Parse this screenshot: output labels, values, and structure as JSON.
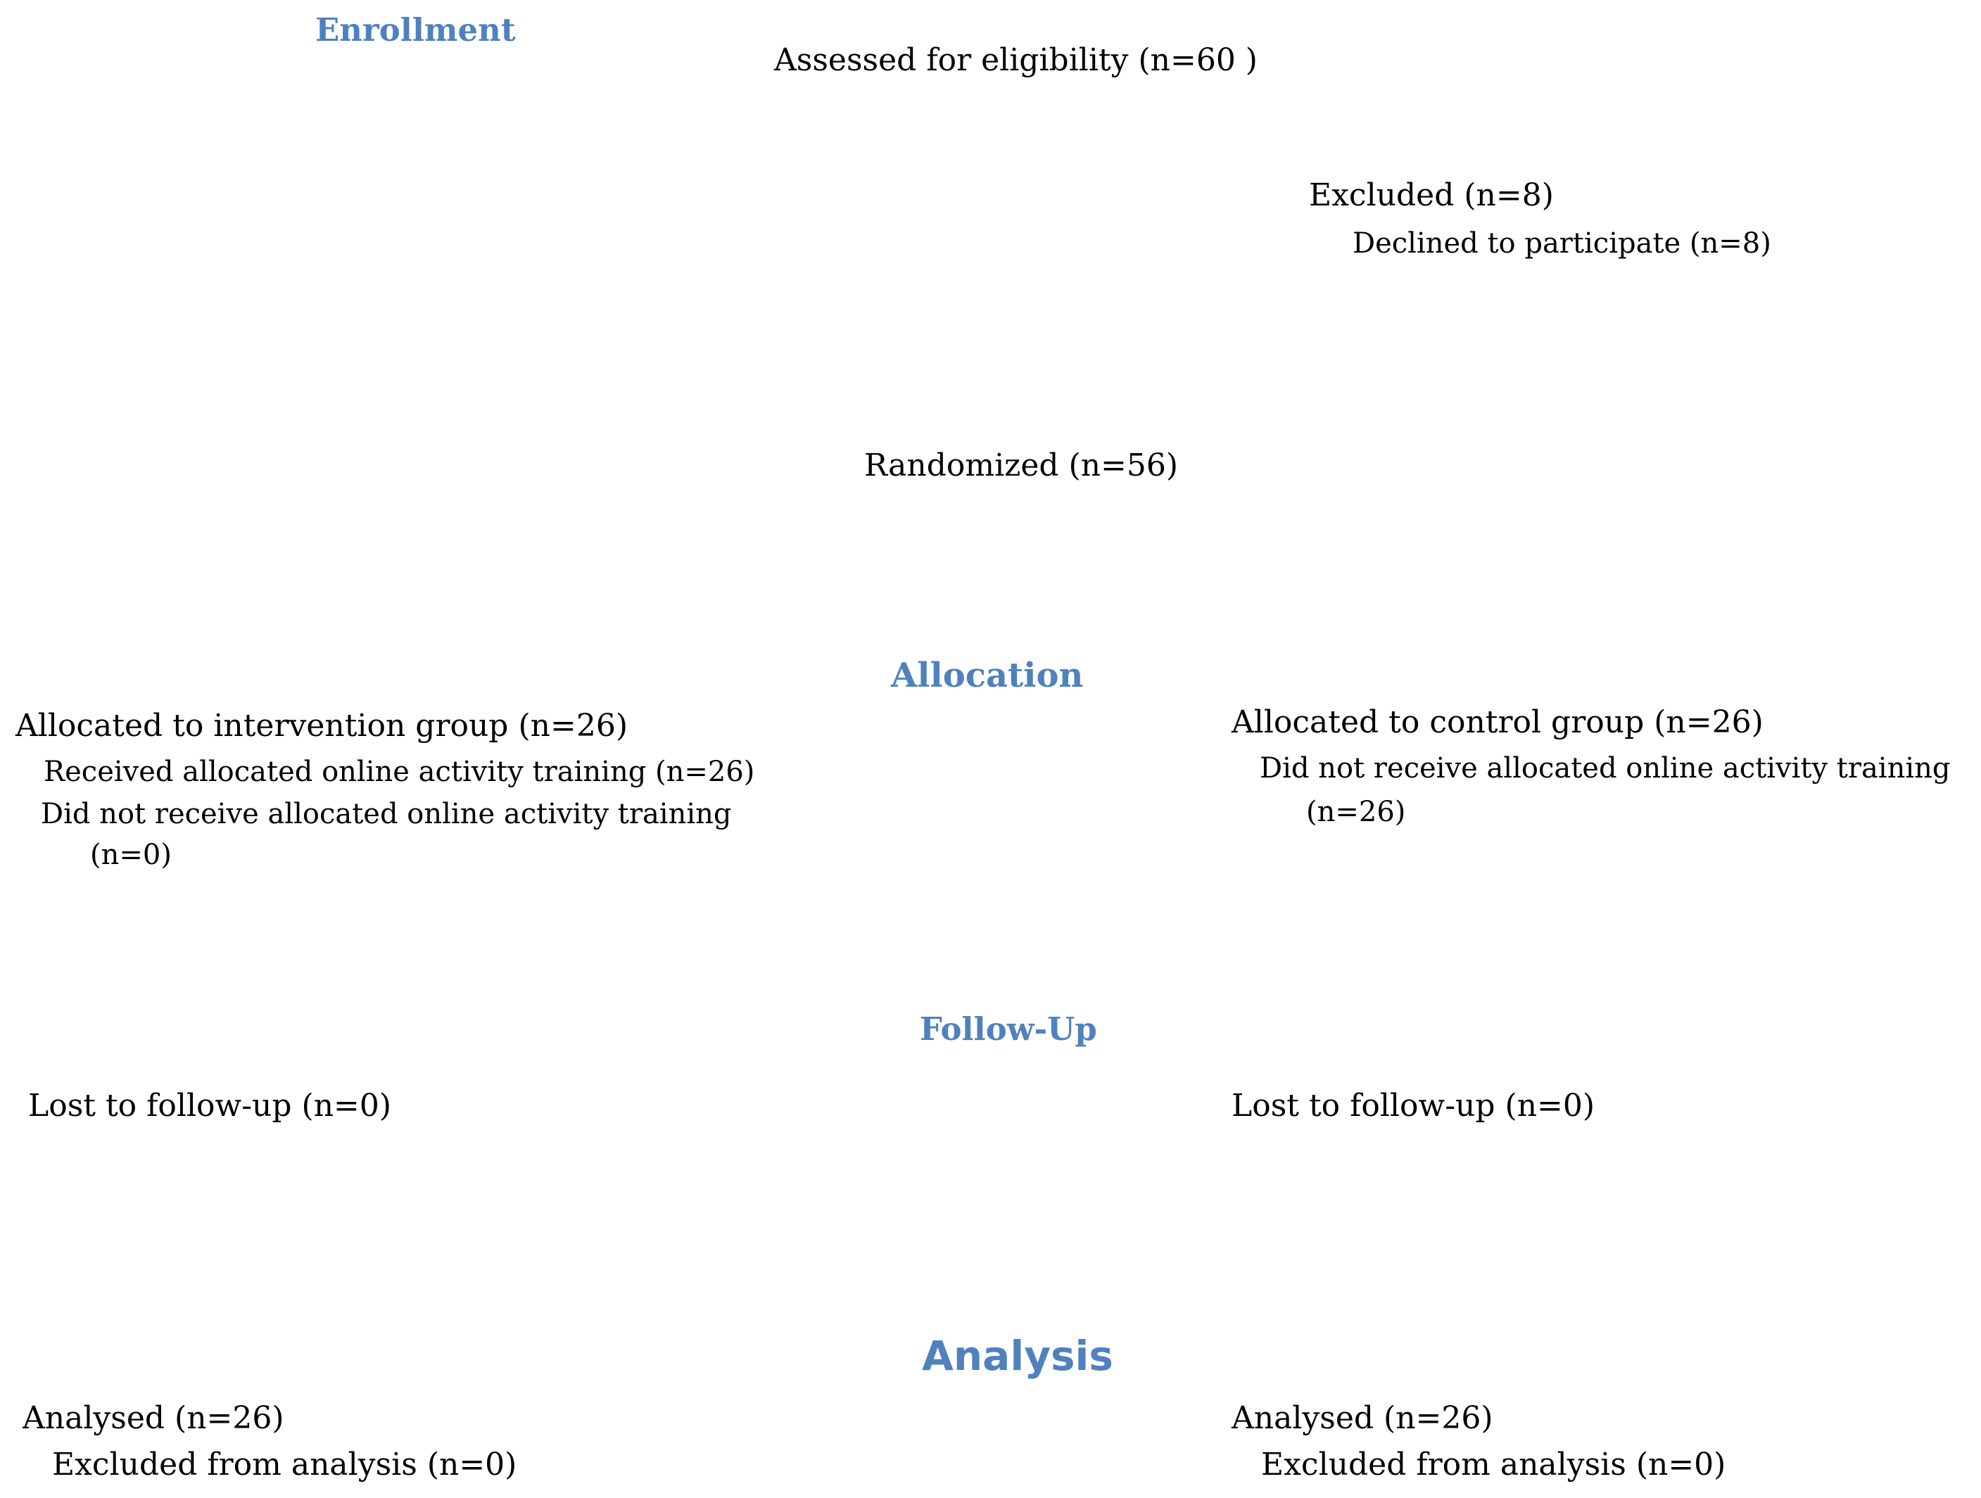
{
  "stages": {
    "enrollment": "Enrollment",
    "allocation": "Allocation",
    "follow_up": "Follow-Up",
    "analysis": "Analysis"
  },
  "enrollment": {
    "assessed": "Assessed for eligibility (n=60 )",
    "excluded": "Excluded  (n=8)",
    "declined": "Declined to participate (n=8)",
    "randomized": "Randomized (n=56)"
  },
  "intervention": {
    "allocated": "Allocated to intervention group (n=26)",
    "received": "Received allocated online activity training (n=26)",
    "not_received": "Did not receive allocated online activity training",
    "not_received_n": "(n=0)",
    "lost": "Lost to follow-up (n=0)",
    "analysed": "Analysed  (n=26)",
    "excluded_analysis": "Excluded from analysis (n=0)"
  },
  "control": {
    "allocated": "Allocated to control group (n=26)",
    "not_received": "Did not receive allocated online activity training",
    "not_received_n": "(n=26)",
    "lost": "Lost to follow-up (n=0)",
    "analysed": "Analysed  (n=26)",
    "excluded_analysis": "Excluded from analysis (n=0)"
  },
  "colors": {
    "heading": "#4f81bd",
    "text": "#000000",
    "background": "#ffffff"
  }
}
